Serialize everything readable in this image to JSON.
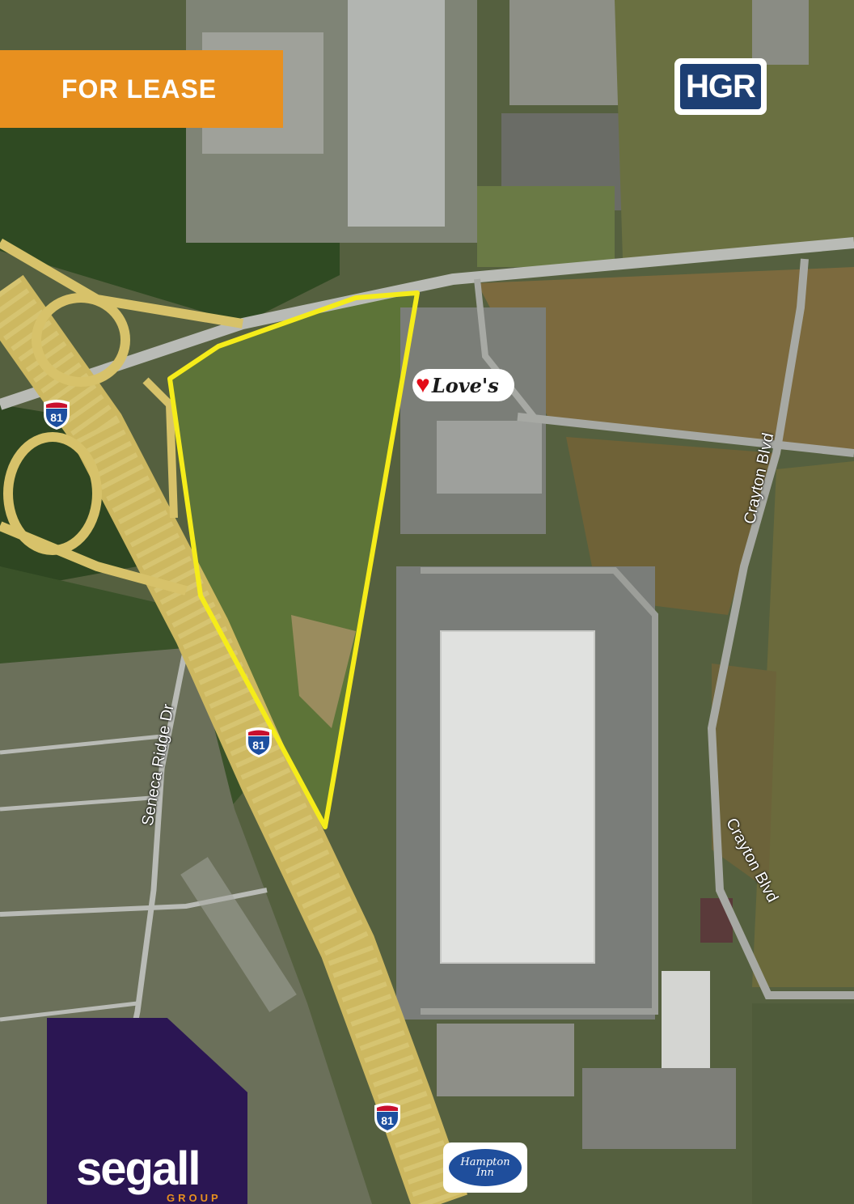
{
  "banner": {
    "label": "FOR LEASE"
  },
  "logos": {
    "hgr": "HGR",
    "loves": "Love's",
    "segall_word": "segall",
    "segall_sub": "GROUP",
    "hampton_line1": "Hampton",
    "hampton_line2": "Inn"
  },
  "highway_shields": [
    {
      "label": "81"
    },
    {
      "label": "81"
    },
    {
      "label": "81"
    }
  ],
  "road_labels": {
    "crayton_upper": "Crayton Blvd",
    "crayton_lower": "Crayton Blvd",
    "seneca": "Seneca Ridge Dr"
  },
  "colors": {
    "banner_orange": "#e8901f",
    "parcel_outline": "#f5ec1a",
    "segall_purple": "#2b1653",
    "hgr_blue": "#1d3f73",
    "interstate_blue": "#1d4fa0",
    "interstate_red": "#c8102e"
  },
  "icons": {
    "loves": "heart-icon",
    "interstate": "interstate-shield-icon"
  }
}
